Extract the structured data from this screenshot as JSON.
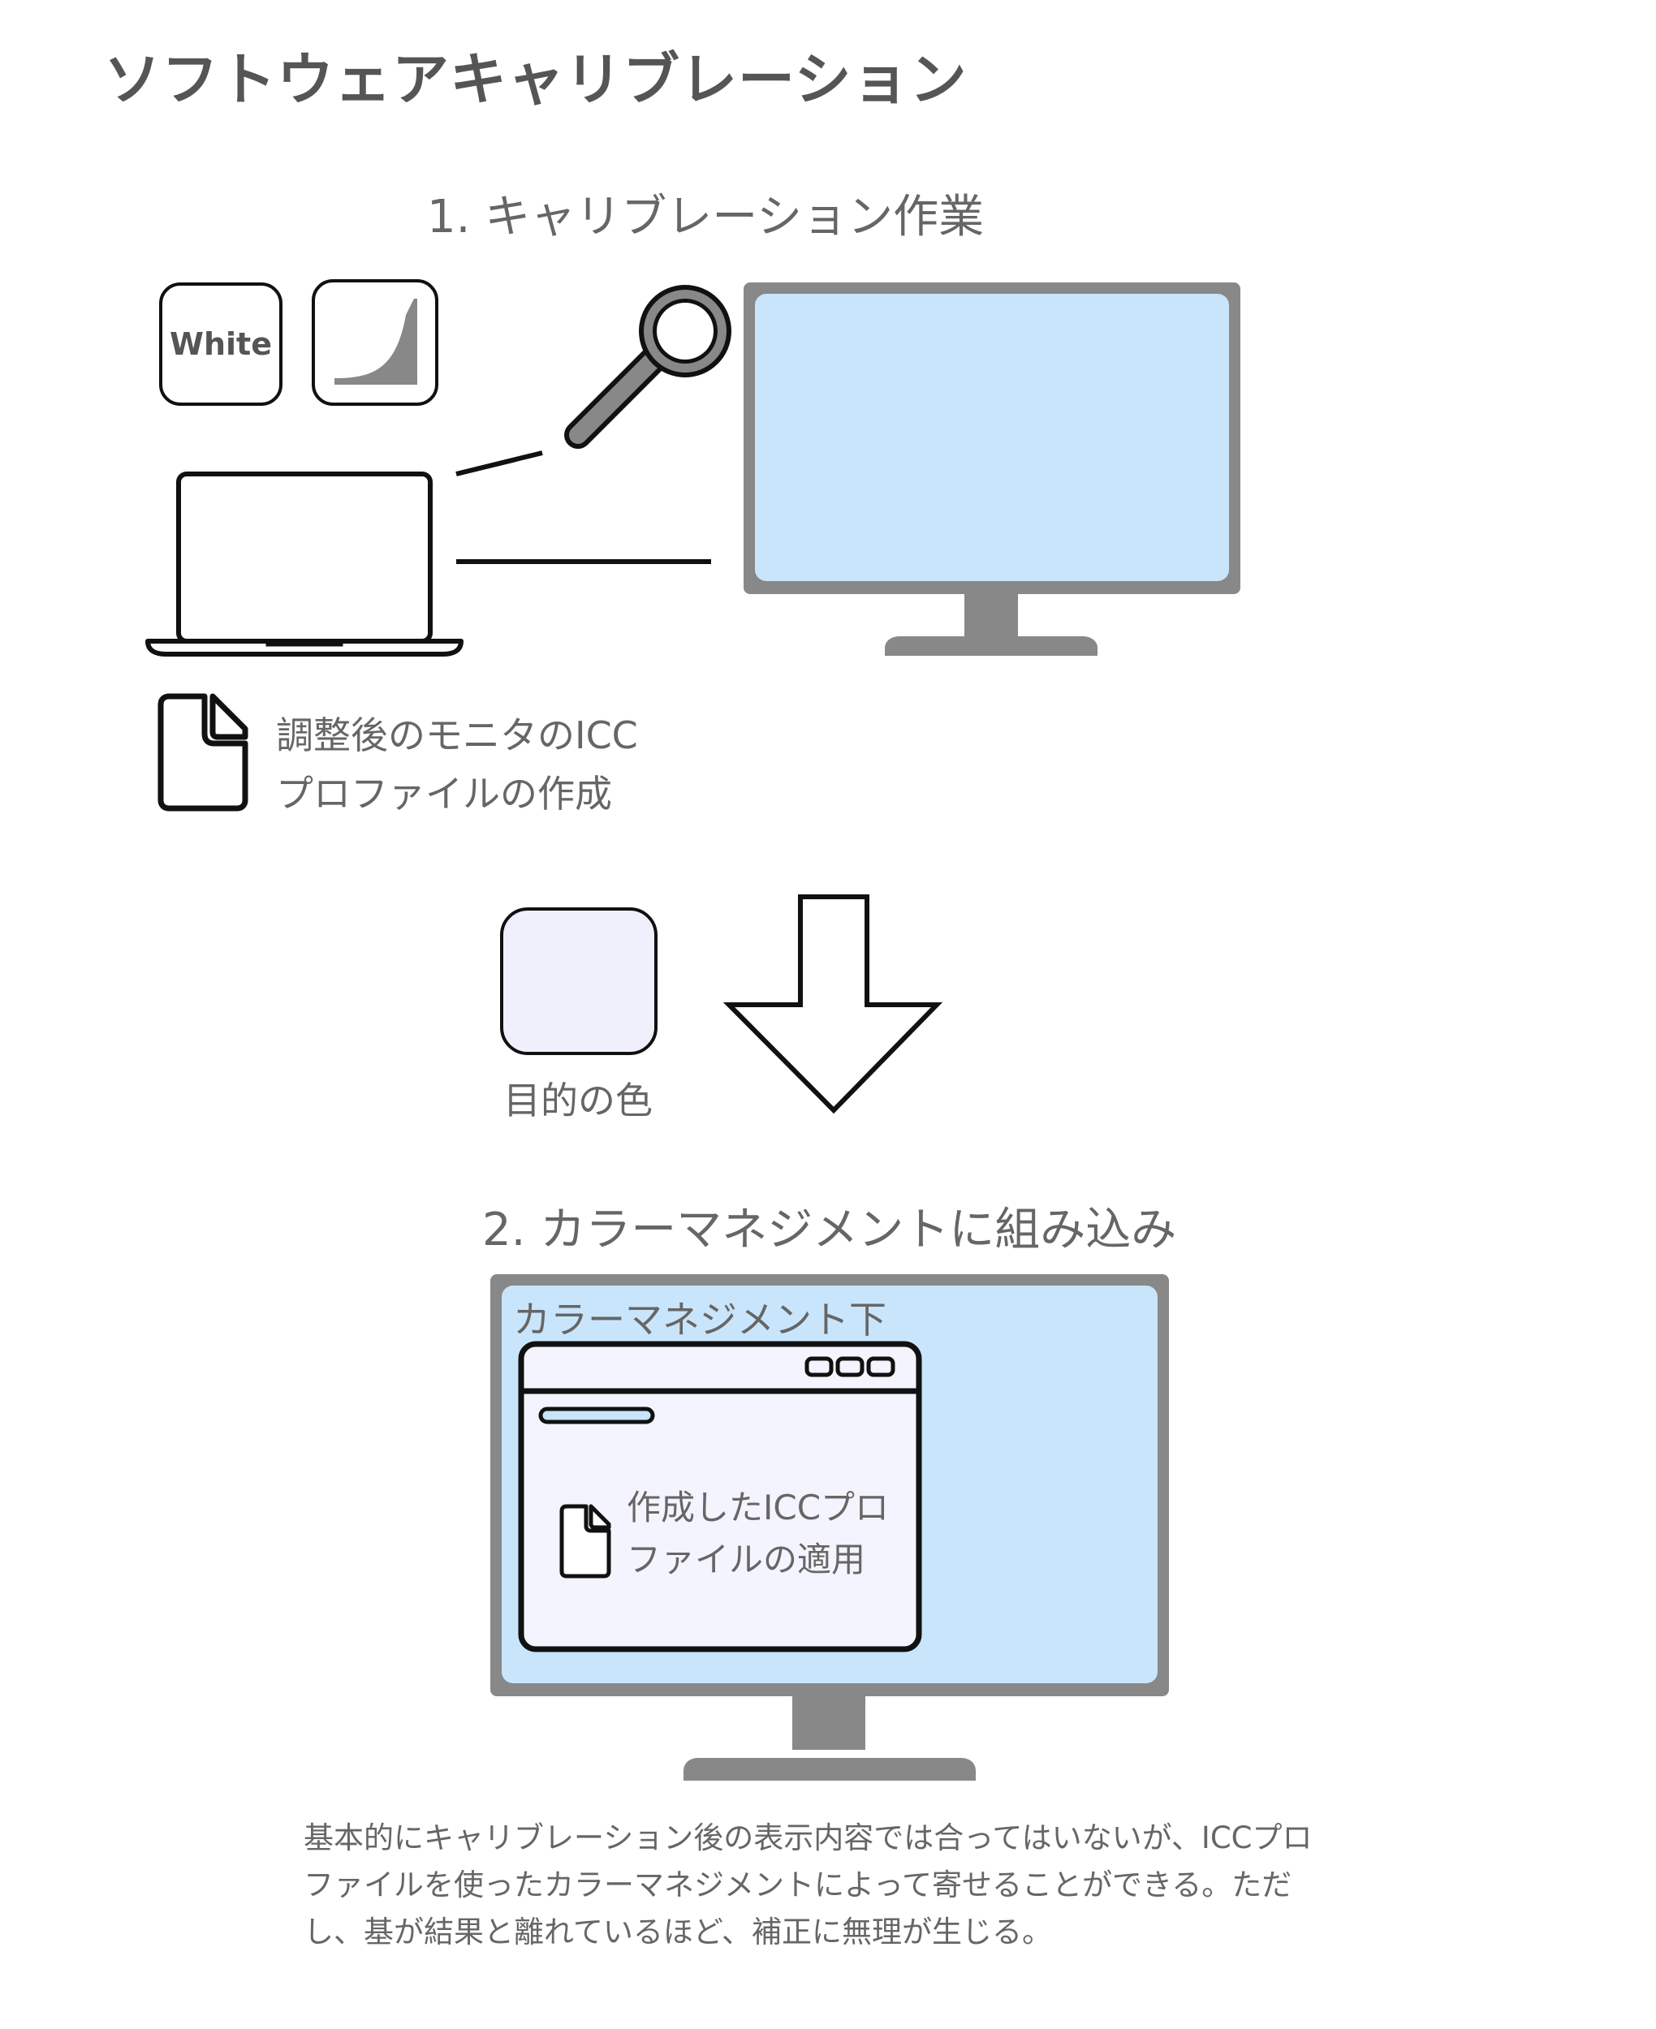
{
  "title": "ソフトウェアキャリブレーション",
  "step1": {
    "heading": "1. キャリブレーション作業",
    "white_card_label": "White",
    "profile_label_lines": [
      "調整後のモニタのICC",
      "プロファイルの作成"
    ]
  },
  "target_color": {
    "label": "目的の色",
    "swatch_color": "#f0f0fd"
  },
  "step2": {
    "heading": "2. カラーマネジメントに組み込み",
    "screen_label": "カラーマネジメント下",
    "window_text_lines": [
      "作成したICCプロ",
      "ファイルの適用"
    ]
  },
  "note_lines": [
    "基本的にキャリブレーション後の表示内容では合ってはいないが、ICCプロ",
    "ファイルを使ったカラーマネジメントによって寄せることができる。ただ",
    "し、基が結果と離れているほど、補正に無理が生じる。"
  ],
  "colors": {
    "screen_blue": "#c9e5fc",
    "monitor_gray": "#888888",
    "window_fill": "#f4f4fe",
    "text_gray": "#666666"
  },
  "icons": [
    "magnifier-icon",
    "laptop-icon",
    "monitor-icon",
    "document-icon",
    "tone-curve-icon",
    "down-arrow-icon",
    "app-window-icon"
  ]
}
